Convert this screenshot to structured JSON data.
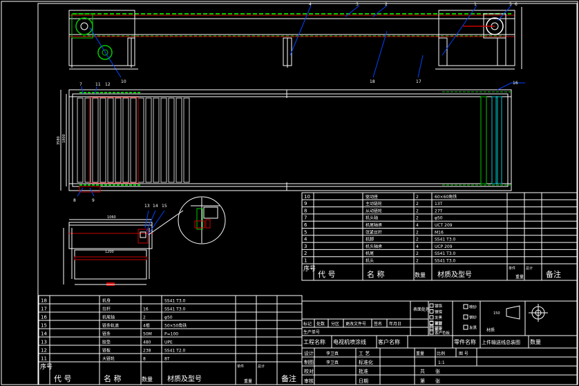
{
  "callouts": {
    "top": [
      "4",
      "3",
      "2",
      "1",
      "5",
      "6"
    ],
    "top_bottom": [
      "10",
      "18",
      "17"
    ],
    "plan_top": [
      "7",
      "11",
      "12"
    ],
    "plan_right": "16",
    "plan_bottom": [
      "8",
      "9"
    ],
    "detail": [
      "13",
      "14",
      "15"
    ]
  },
  "dims": {
    "plan_left_a": "3580",
    "plan_left_b": "1800",
    "side_width": "1200",
    "side_top": "1060"
  },
  "parts_upper": {
    "rows": [
      {
        "no": "10",
        "name": "驱动座",
        "qty": "2",
        "mat": "60×60角铁"
      },
      {
        "no": "9",
        "name": "主动链轮",
        "qty": "2",
        "mat": "13T"
      },
      {
        "no": "8",
        "name": "从动链轮",
        "qty": "2",
        "mat": "27T"
      },
      {
        "no": "7",
        "name": "机头轴",
        "qty": "2",
        "mat": "φ50"
      },
      {
        "no": "6",
        "name": "机尾轴承",
        "qty": "4",
        "mat": "UCT 209"
      },
      {
        "no": "5",
        "name": "张紧丝杆",
        "qty": "2",
        "mat": "M16"
      },
      {
        "no": "4",
        "name": "机脚",
        "qty": "2",
        "mat": "SS41 T3.0"
      },
      {
        "no": "3",
        "name": "机头轴承",
        "qty": "4",
        "mat": "UCP 209"
      },
      {
        "no": "2",
        "name": "机尾",
        "qty": "2",
        "mat": "SS41 T3.0"
      },
      {
        "no": "1",
        "name": "机头",
        "qty": "2",
        "mat": "SS41 T3.0"
      }
    ],
    "header": {
      "no": "序号",
      "code": "代  号",
      "name": "名  称",
      "qty": "数量",
      "mat": "材质及型号",
      "unit": "单件",
      "total": "总计",
      "weight": "重量",
      "remark": "备注"
    }
  },
  "parts_lower": {
    "rows": [
      {
        "no": "18",
        "name": "机身",
        "qty": "",
        "mat": "SS41 T3.0"
      },
      {
        "no": "17",
        "name": "拉杆",
        "qty": "16",
        "mat": "SS41 T3.0"
      },
      {
        "no": "16",
        "name": "机尾轴",
        "qty": "2",
        "mat": "φ50"
      },
      {
        "no": "15",
        "name": "链条轨道",
        "qty": "4根",
        "mat": "50×50角铁"
      },
      {
        "no": "14",
        "name": "链条",
        "qty": "50M",
        "mat": "P=100"
      },
      {
        "no": "13",
        "name": "胶垫",
        "qty": "480",
        "mat": "UPE"
      },
      {
        "no": "12",
        "name": "链板",
        "qty": "238",
        "mat": "SS41 T2.0"
      },
      {
        "no": "11",
        "name": "大链轮",
        "qty": "8",
        "mat": "8T"
      }
    ],
    "header": {
      "no": "序号",
      "code": "代  号",
      "name": "名  称",
      "qty": "数量",
      "mat": "材质及型号",
      "unit": "单件",
      "total": "总计",
      "weight": "重量",
      "remark": "备注"
    }
  },
  "title_block": {
    "surface_label": "表面处理",
    "opts_a": [
      "镀铬",
      "镀镍",
      "发黑",
      "发蓝",
      "氧化"
    ],
    "opts_b": [
      "镀锌",
      "镀镍",
      "客户色板"
    ],
    "opts_c": [
      "喷砂",
      "钢砂",
      "发黑"
    ],
    "rev": [
      "标记",
      "处数",
      "分区",
      "更改文件号",
      "签名",
      "年月日"
    ],
    "order_label": "生产单号",
    "project_label": "工程名称",
    "project_value": "电视机喷涂线",
    "customer_label": "客户名称",
    "part_label": "零件名称",
    "part_value": "上件输送线总装图",
    "qty_label": "数量",
    "design_label": "设计",
    "design_value": "李卫真",
    "draw_label": "制图",
    "draw_value": "李卫真",
    "check_label": "校对",
    "review_label": "审核",
    "process_label": "工  艺",
    "std_label": "标准化",
    "approve_label": "批准",
    "date_label": "日期",
    "weight_label": "重量",
    "scale_label": "比例",
    "scale_value": "1:1",
    "drawing_no_label": "图  号",
    "total_label": "共",
    "sheet_label": "第",
    "sheet_unit": "张",
    "material_label": "材质",
    "proj_mark": "150"
  }
}
